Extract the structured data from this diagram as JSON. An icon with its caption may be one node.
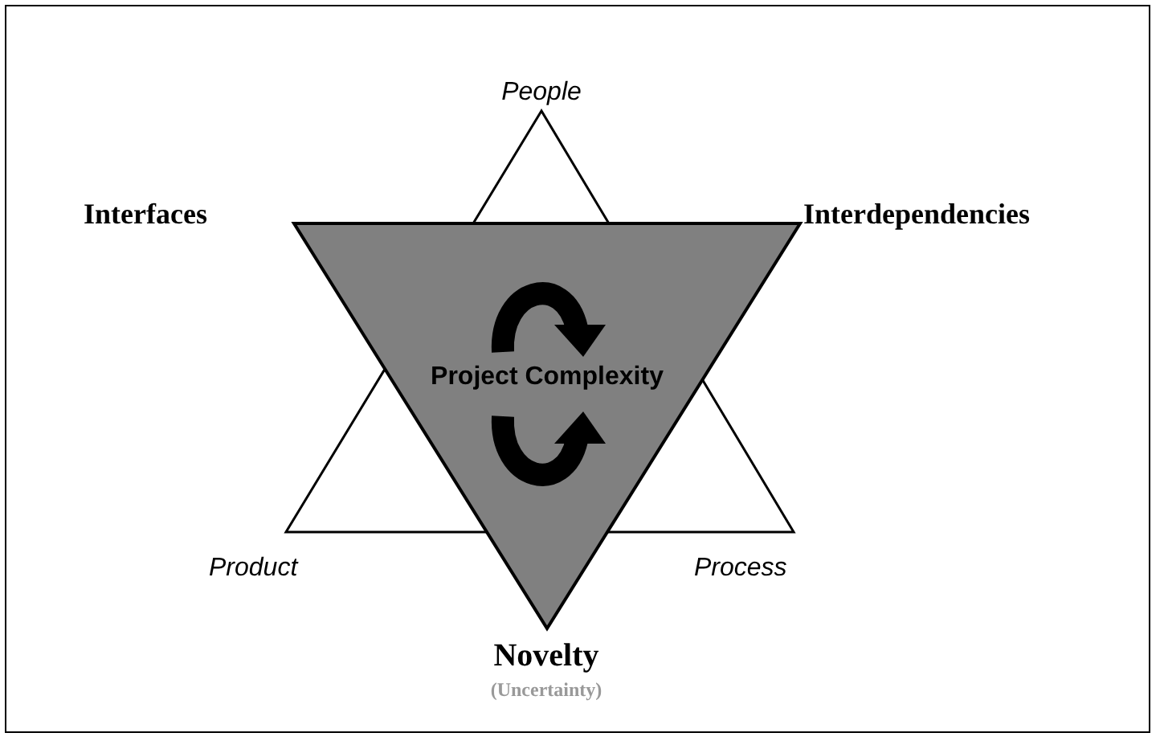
{
  "diagram": {
    "nodes": [
      {
        "text": [
          "Project Complexity"
        ]
      }
    ],
    "edges": [],
    "labels": [
      "People",
      "Interfaces",
      "Interdependencies",
      "Product",
      "Process",
      "Novelty",
      "(Uncertainty)"
    ]
  }
}
